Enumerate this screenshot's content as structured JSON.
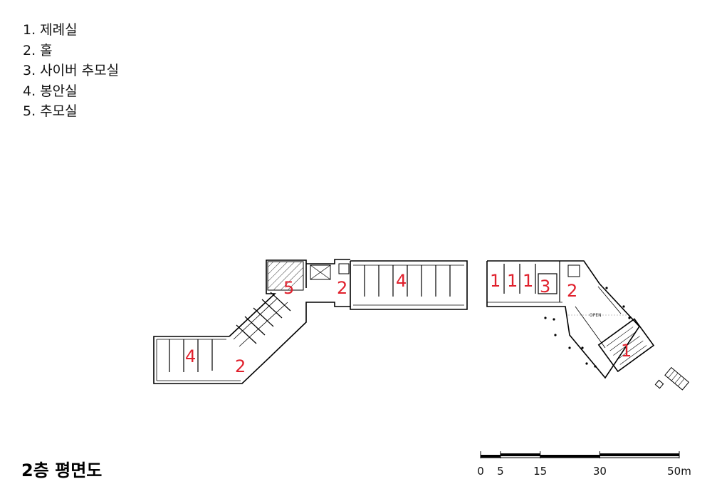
{
  "legend": [
    "1. 제례실",
    "2. 홀",
    "3. 사이버 추모실",
    "4. 봉안실",
    "5. 추모실"
  ],
  "title": "2층 평면도",
  "scale_bar": {
    "labels": [
      "0",
      "5",
      "15",
      "30",
      "50m"
    ],
    "values": [
      0,
      5,
      15,
      30,
      50
    ]
  },
  "open_label": "OPEN",
  "room_numbers": {
    "west_wing_4": "4",
    "west_wing_2": "2",
    "chapel_5": "5",
    "center_hall_2": "2",
    "center_wing_4": "4",
    "east_ritual_1a": "1",
    "east_ritual_1b": "1",
    "east_ritual_1c": "1",
    "east_cyber_3": "3",
    "east_hall_2": "2",
    "east_ritual_1d": "1"
  },
  "colors": {
    "room_number": "#e0202c",
    "wall": "#000000",
    "line": "#444444"
  }
}
